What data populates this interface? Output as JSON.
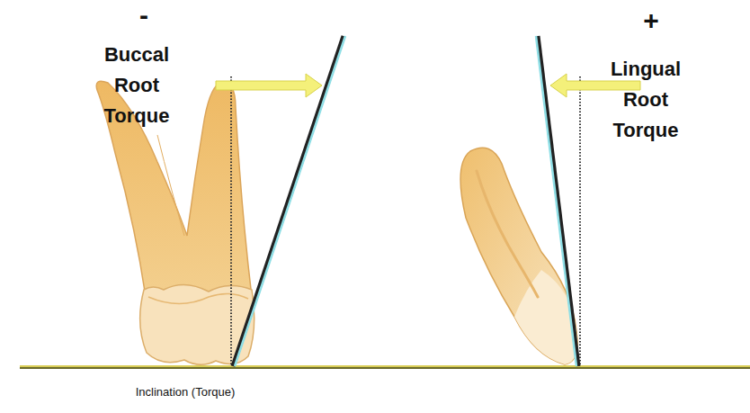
{
  "diagram": {
    "labels": [
      "-",
      "Buccal Root Torque",
      "+",
      "Lingual Root Torque",
      "Inclination (Torque)"
    ]
  }
}
